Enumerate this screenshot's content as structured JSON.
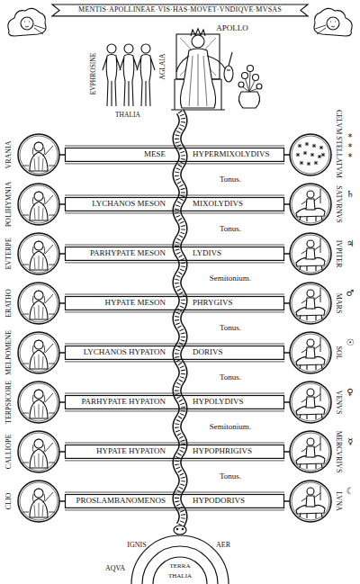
{
  "diagram": {
    "nodes": [
      {
        "text": [
          "MENTIS·APOLLINEAE·VIS·HAS·MOVET·VNDIQVE·MVSAS"
        ]
      },
      {
        "text": [
          "VRANIA"
        ]
      },
      {
        "text": [
          "MESE",
          "HYPERMIXOLYDIVS"
        ]
      },
      {
        "text": [
          "CELVM STELLATVM"
        ]
      },
      {
        "text": [
          "POLIHYMNIA"
        ]
      },
      {
        "text": [
          "LYCHANOS MESON",
          "MIXOLYDIVS"
        ]
      },
      {
        "text": [
          "SATVRNVS"
        ]
      },
      {
        "text": [
          "EVTERPE"
        ]
      },
      {
        "text": [
          "PARHYPATE MESON",
          "LYDIVS"
        ]
      },
      {
        "text": [
          "IVPITER"
        ]
      },
      {
        "text": [
          "ERATHO"
        ]
      },
      {
        "text": [
          "HYPATE MESON",
          "PHRYGIVS"
        ]
      },
      {
        "text": [
          "MARS"
        ]
      },
      {
        "text": [
          "MELPOMENE"
        ]
      },
      {
        "text": [
          "LYCHANOS HYPATON",
          "DORIVS"
        ]
      },
      {
        "text": [
          "SOL"
        ]
      },
      {
        "text": [
          "TERPSICORE"
        ]
      },
      {
        "text": [
          "PARHYPATE HYPATON",
          "HYPOLYDIVS"
        ]
      },
      {
        "text": [
          "VENVS"
        ]
      },
      {
        "text": [
          "CALLIOPE"
        ]
      },
      {
        "text": [
          "HYPATE HYPATON",
          "HYPOPHRIGIVS"
        ]
      },
      {
        "text": [
          "MERCVRIVS"
        ]
      },
      {
        "text": [
          "CLIO"
        ]
      },
      {
        "text": [
          "PROSLAMBANOMENOS",
          "HYPODORIVS"
        ]
      },
      {
        "text": [
          "LVNA"
        ]
      }
    ],
    "edges": [
      {
        "from": 1,
        "to": 2,
        "arrow": "none"
      },
      {
        "from": 2,
        "to": 3,
        "arrow": "none"
      },
      {
        "from": 4,
        "to": 5,
        "arrow": "none"
      },
      {
        "from": 5,
        "to": 6,
        "arrow": "none"
      },
      {
        "from": 7,
        "to": 8,
        "arrow": "none"
      },
      {
        "from": 8,
        "to": 9,
        "arrow": "none"
      },
      {
        "from": 10,
        "to": 11,
        "arrow": "none"
      },
      {
        "from": 11,
        "to": 12,
        "arrow": "none"
      },
      {
        "from": 13,
        "to": 14,
        "arrow": "none"
      },
      {
        "from": 14,
        "to": 15,
        "arrow": "none"
      },
      {
        "from": 16,
        "to": 17,
        "arrow": "none"
      },
      {
        "from": 17,
        "to": 18,
        "arrow": "none"
      },
      {
        "from": 19,
        "to": 20,
        "arrow": "none"
      },
      {
        "from": 20,
        "to": 21,
        "arrow": "none"
      },
      {
        "from": 22,
        "to": 23,
        "arrow": "none"
      },
      {
        "from": 23,
        "to": 24,
        "arrow": "none"
      }
    ],
    "labels": [
      "APOLLO",
      "EVPHROSINE",
      "AGLAIA",
      "THALIA",
      "*",
      "*",
      "*",
      "♄",
      "♃",
      "♂",
      "☉",
      "♀",
      "☿",
      "☾",
      "Tonus.",
      "Tonus.",
      "Semitonium.",
      "Tonus.",
      "Tonus.",
      "Semitonium.",
      "Tonus.",
      "IGNIS",
      "AER",
      "AQVA",
      "TERRA",
      "THALIA"
    ]
  }
}
